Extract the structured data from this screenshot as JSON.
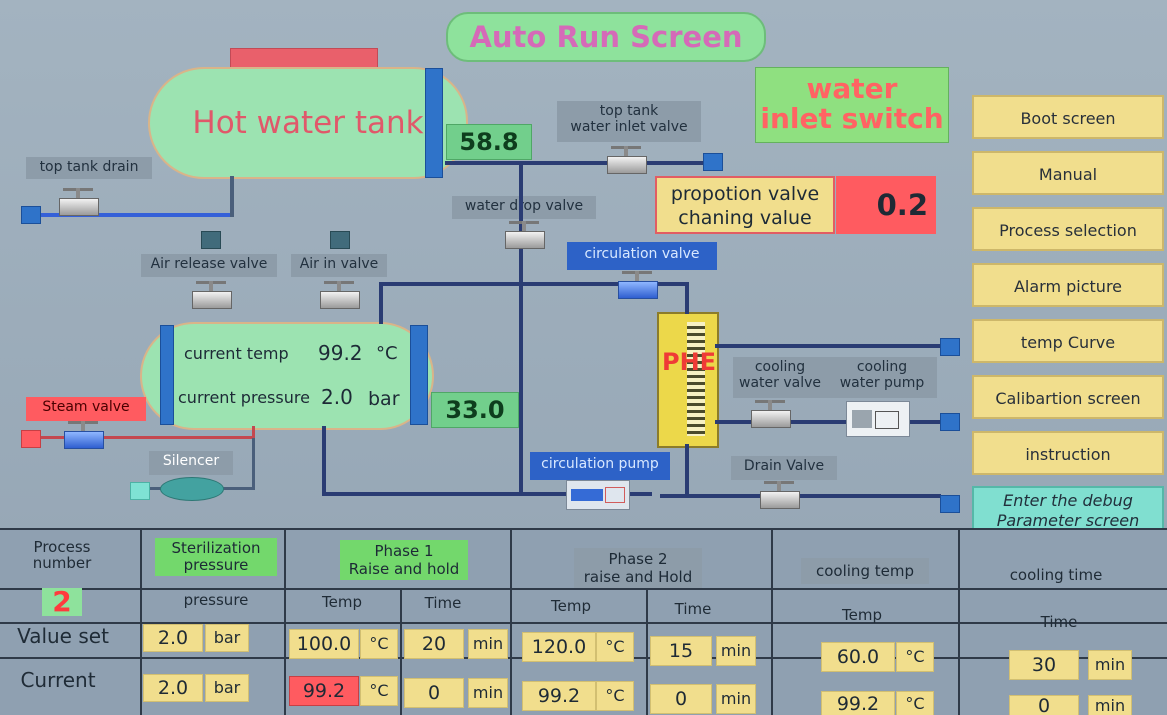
{
  "title": "Auto Run Screen",
  "tank": {
    "hot_water_label": "Hot water tank",
    "hot_water_value": "58.8",
    "lower_current_temp_label": "current temp",
    "lower_current_temp_value": "99.2",
    "lower_current_temp_unit": "°C",
    "lower_current_pressure_label": "current pressure",
    "lower_current_pressure_value": "2.0",
    "lower_current_pressure_unit": "bar",
    "lower_value_side": "33.0"
  },
  "labels": {
    "top_tank_drain": "top tank drain",
    "top_tank_water_inlet_valve": "top tank\nwater inlet valve",
    "water_drop_valve": "water drop valve",
    "air_release_valve": "Air release valve",
    "air_in_valve": "Air in valve",
    "circulation_valve": "circulation valve",
    "steam_valve": "Steam valve",
    "silencer": "Silencer",
    "circulation_pump": "circulation pump",
    "cooling_water_valve": "cooling\nwater valve",
    "cooling_water_pump": "cooling\nwater pump",
    "drain_valve": "Drain Valve",
    "phe": "PHE"
  },
  "status": {
    "water_inlet_switch": "water\ninlet switch",
    "propotion_valve_label": "propotion valve\nchaning value",
    "propotion_valve_value": "0.2"
  },
  "menu": [
    "Boot screen",
    "Manual",
    "Process selection",
    "Alarm picture",
    "temp Curve",
    "Calibartion screen",
    "instruction",
    "Enter the debug\nParameter screen"
  ],
  "table": {
    "process_number_label": "Process\nnumber",
    "process_number_value": "2",
    "sterilization_pressure_label": "Sterilization\npressure",
    "phase1_label": "Phase 1\nRaise and hold",
    "phase2_label": "Phase 2\nraise and Hold",
    "cooling_temp_label": "cooling temp",
    "cooling_time_label": "cooling time",
    "pressure_label": "pressure",
    "temp_label": "Temp",
    "time_label": "Time",
    "value_set_label": "Value set",
    "current_label": "Current",
    "value_set": {
      "pressure": "2.0",
      "pressure_unit": "bar",
      "phase1_temp": "100.0",
      "phase1_temp_unit": "°C",
      "phase1_time": "20",
      "phase1_time_unit": "min",
      "phase2_temp": "120.0",
      "phase2_temp_unit": "°C",
      "phase2_time": "15",
      "phase2_time_unit": "min",
      "cooling_temp": "60.0",
      "cooling_temp_unit": "°C",
      "cooling_time": "30",
      "cooling_time_unit": "min"
    },
    "current": {
      "pressure": "2.0",
      "pressure_unit": "bar",
      "phase1_temp": "99.2",
      "phase1_temp_unit": "°C",
      "phase1_time": "0",
      "phase1_time_unit": "min",
      "phase2_temp": "99.2",
      "phase2_temp_unit": "°C",
      "phase2_time": "0",
      "phase2_time_unit": "min",
      "cooling_temp": "99.2",
      "cooling_temp_unit": "°C",
      "cooling_time": "0",
      "cooling_time_unit": "min"
    }
  }
}
